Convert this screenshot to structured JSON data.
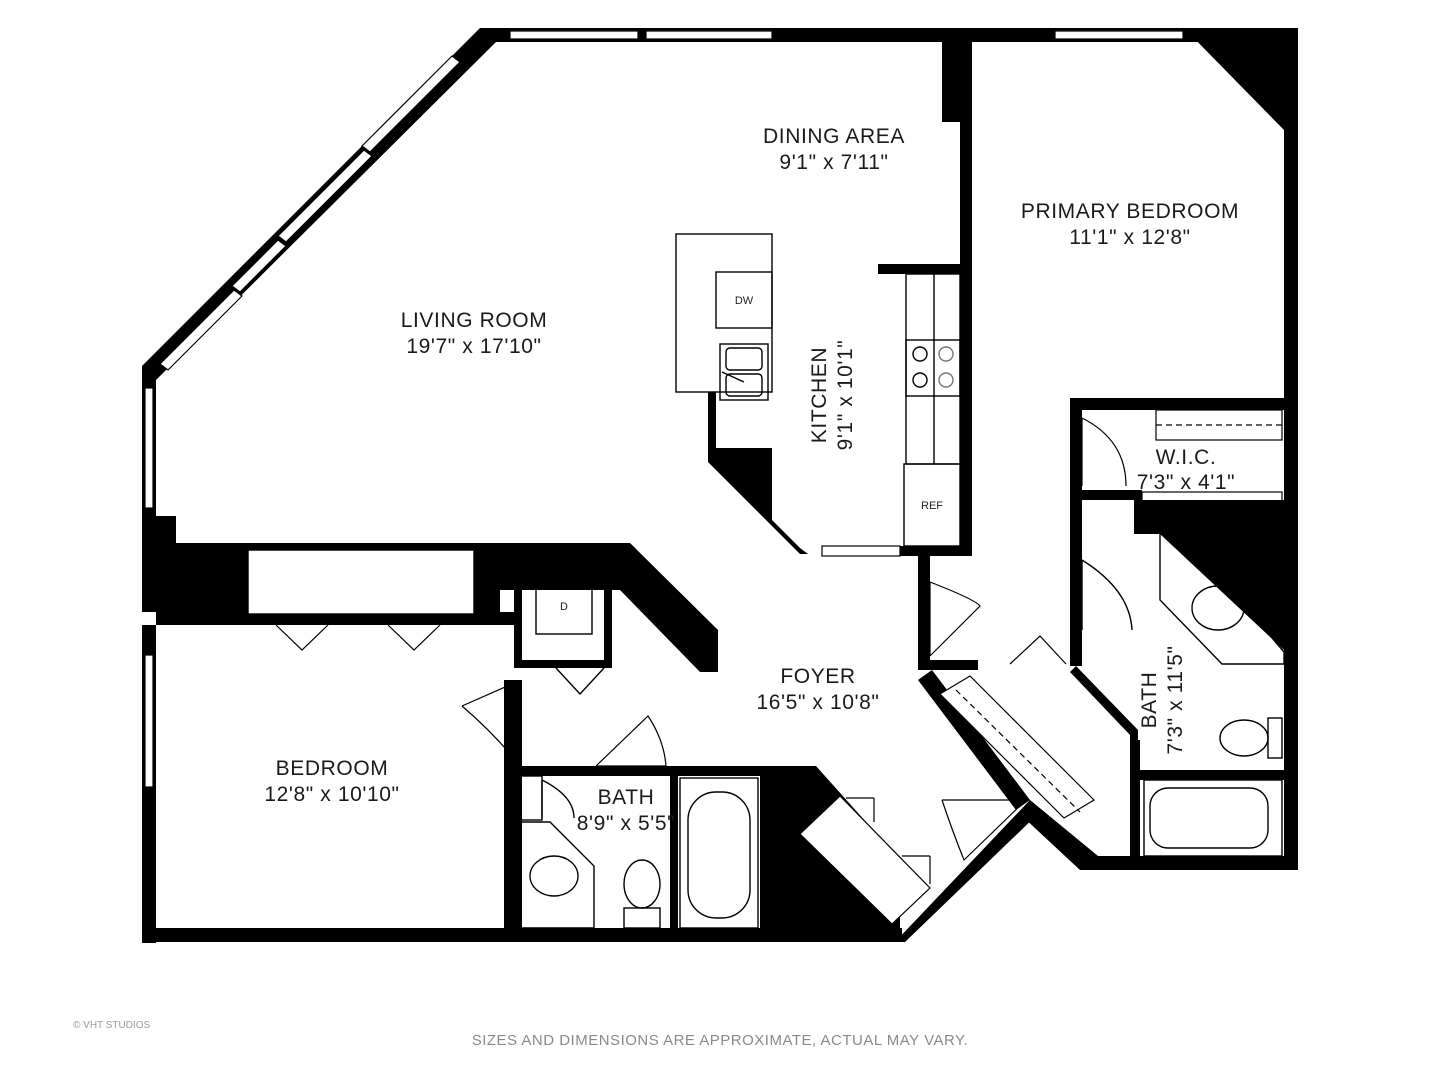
{
  "rooms": {
    "living": {
      "name": "LIVING ROOM",
      "dims": "19'7\" x 17'10\""
    },
    "dining": {
      "name": "DINING AREA",
      "dims": "9'1\" x 7'11\""
    },
    "primary_bedroom": {
      "name": "PRIMARY BEDROOM",
      "dims": "11'1\" x 12'8\""
    },
    "kitchen": {
      "name": "KITCHEN",
      "dims": "9'1\" x 10'1\""
    },
    "wic": {
      "name": "W.I.C.",
      "dims": "7'3\" x 4'1\""
    },
    "foyer": {
      "name": "FOYER",
      "dims": "16'5\" x 10'8\""
    },
    "bedroom": {
      "name": "BEDROOM",
      "dims": "12'8\" x 10'10\""
    },
    "bath": {
      "name": "BATH",
      "dims": "8'9\" x 5'5\""
    },
    "primary_bath": {
      "name": "BATH",
      "dims": "7'3\" x 11'5\""
    }
  },
  "appliances": {
    "dishwasher": "DW",
    "refrigerator": "REF",
    "dryer": "D"
  },
  "footer": {
    "copyright": "© VHT STUDIOS",
    "disclaimer": "SIZES AND DIMENSIONS ARE APPROXIMATE, ACTUAL MAY VARY."
  }
}
